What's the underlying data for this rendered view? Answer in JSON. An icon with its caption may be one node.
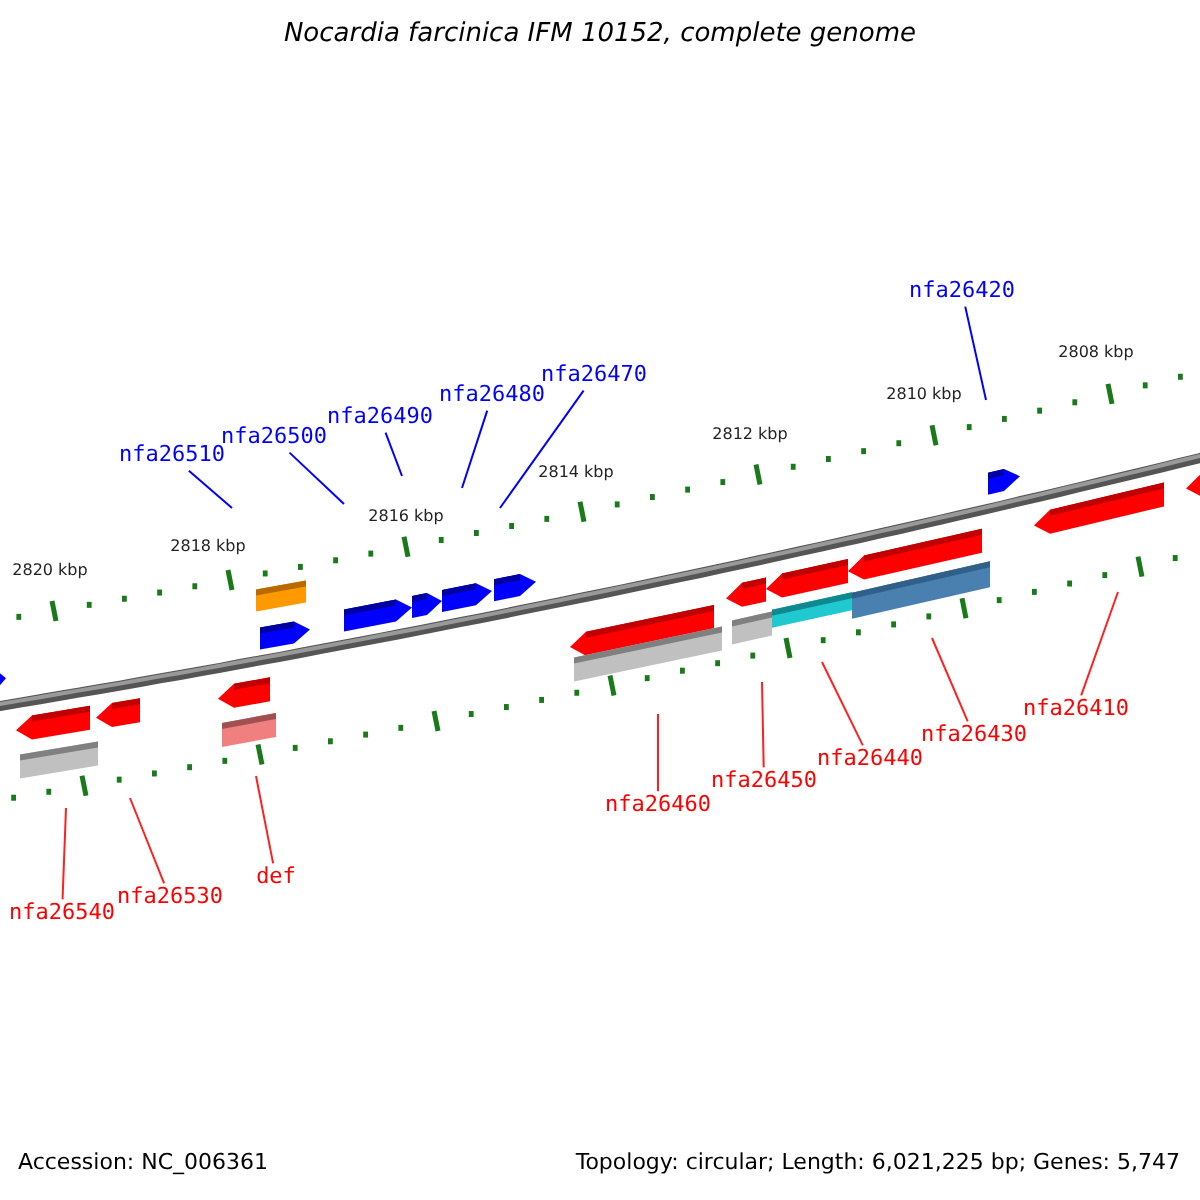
{
  "diagram": {
    "title": "Nocardia farcinica IFM 10152, complete genome",
    "nodes": [
      {
        "text": [
          "nfa26510"
        ]
      },
      {
        "text": [
          "nfa26500"
        ]
      },
      {
        "text": [
          "nfa26490"
        ]
      },
      {
        "text": [
          "nfa26480"
        ]
      },
      {
        "text": [
          "nfa26470"
        ]
      },
      {
        "text": [
          "nfa26420"
        ]
      },
      {
        "text": [
          "nfa26540"
        ]
      },
      {
        "text": [
          "nfa26530"
        ]
      },
      {
        "text": [
          "def"
        ]
      },
      {
        "text": [
          "nfa26460"
        ]
      },
      {
        "text": [
          "nfa26450"
        ]
      },
      {
        "text": [
          "nfa26440"
        ]
      },
      {
        "text": [
          "nfa26430"
        ]
      },
      {
        "text": [
          "nfa26410"
        ]
      }
    ],
    "edges": [
      {
        "from": 0,
        "to": null,
        "arrow": "none",
        "color": "#0000ff"
      },
      {
        "from": 1,
        "to": null,
        "arrow": "none",
        "color": "#0000ff"
      },
      {
        "from": 2,
        "to": null,
        "arrow": "none",
        "color": "#0000ff"
      },
      {
        "from": 3,
        "to": null,
        "arrow": "none",
        "color": "#0000ff"
      },
      {
        "from": 4,
        "to": null,
        "arrow": "none",
        "color": "#0000ff"
      },
      {
        "from": 5,
        "to": null,
        "arrow": "none",
        "color": "#0000ff"
      },
      {
        "from": 6,
        "to": null,
        "arrow": "none"
      },
      {
        "from": 7,
        "to": null,
        "arrow": "none"
      },
      {
        "from": 8,
        "to": null,
        "arrow": "none"
      },
      {
        "from": 9,
        "to": null,
        "arrow": "none"
      },
      {
        "from": 10,
        "to": null,
        "arrow": "none"
      },
      {
        "from": 11,
        "to": null,
        "arrow": "none"
      },
      {
        "from": 12,
        "to": null,
        "arrow": "none"
      },
      {
        "from": 13,
        "to": null,
        "arrow": "none"
      }
    ],
    "labels": [
      "2808 kbp",
      "2810 kbp",
      "2812 kbp",
      "2814 kbp",
      "2816 kbp",
      "2818 kbp",
      "2820 kbp",
      "Accession: NC_006361",
      "Topology: circular; Length: 6,021,225 bp; Genes: 5,747"
    ]
  }
}
